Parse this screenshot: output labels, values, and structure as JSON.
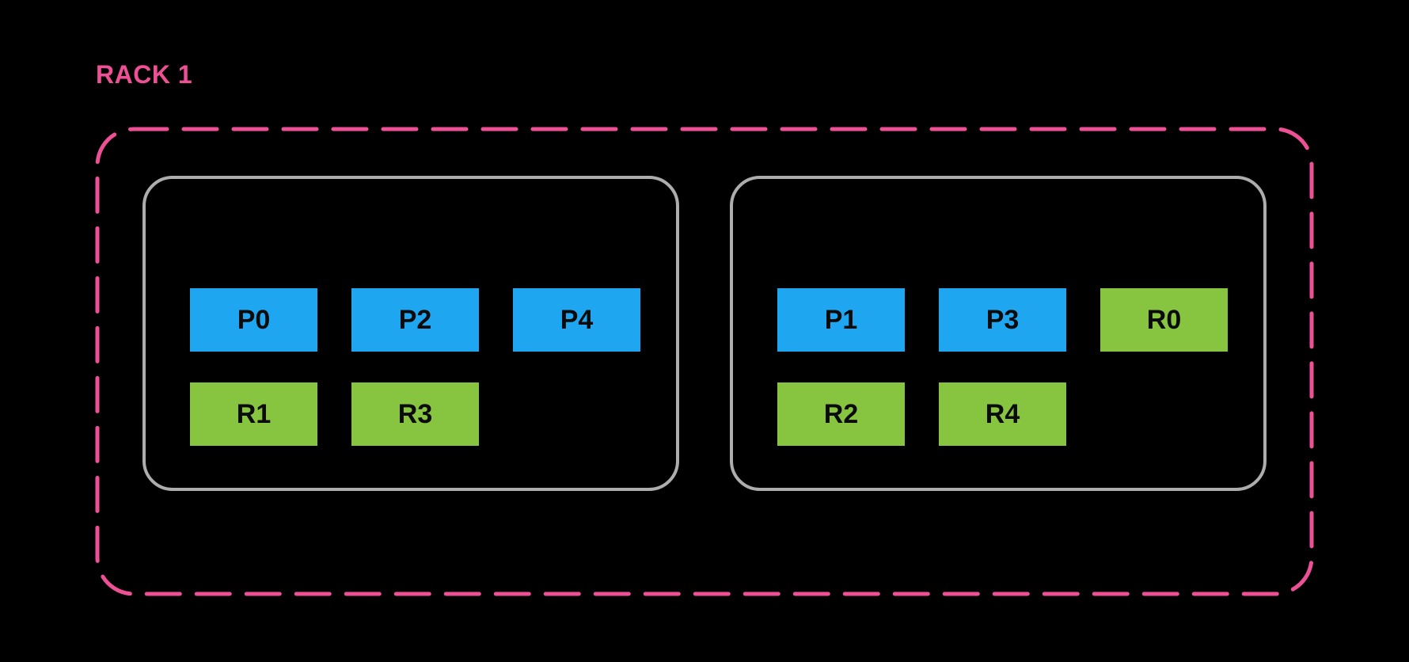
{
  "rack": {
    "name": "RACK 1",
    "nodes": [
      {
        "rows": [
          [
            {
              "label": "P0",
              "kind": "primary"
            },
            {
              "label": "P2",
              "kind": "primary"
            },
            {
              "label": "P4",
              "kind": "primary"
            }
          ],
          [
            {
              "label": "R1",
              "kind": "replica"
            },
            {
              "label": "R3",
              "kind": "replica"
            }
          ]
        ]
      },
      {
        "rows": [
          [
            {
              "label": "P1",
              "kind": "primary"
            },
            {
              "label": "P3",
              "kind": "primary"
            },
            {
              "label": "R0",
              "kind": "replica"
            }
          ],
          [
            {
              "label": "R2",
              "kind": "replica"
            },
            {
              "label": "R4",
              "kind": "replica"
            }
          ]
        ]
      }
    ]
  },
  "colors": {
    "background": "#000000",
    "rack_border": "#EE5096",
    "rack_label": "#EE5096",
    "node_border": "#ADADAD",
    "primary_box": "#1EA7F0",
    "replica_box": "#87C440",
    "box_text": "#0B0B0B"
  }
}
